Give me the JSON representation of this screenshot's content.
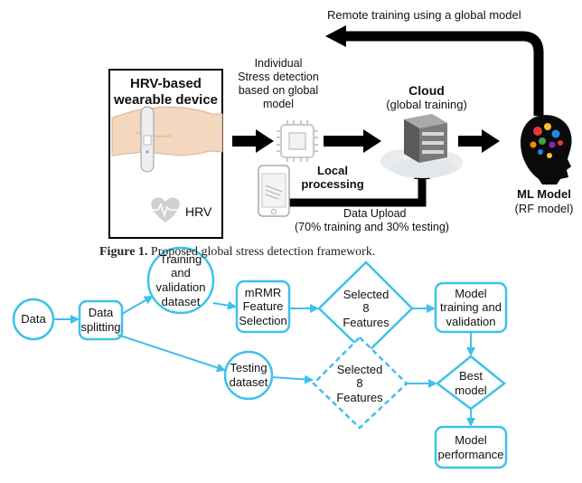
{
  "top_figure": {
    "remote_training": "Remote training using a global model",
    "wearable_title_1": "HRV-based",
    "wearable_title_2": "wearable device",
    "hrv_label": "HRV",
    "individual_1": "Individual",
    "individual_2": "Stress detection",
    "individual_3": "based on global",
    "individual_4": "model",
    "local_1": "Local",
    "local_2": "processing",
    "cloud_title": "Cloud",
    "cloud_sub": "(global training)",
    "ml_model": "ML Model",
    "rf_model": "(RF model)",
    "data_upload": "Data Upload",
    "split_note": "(70% training and 30% testing)",
    "colors": {
      "arrow": "#000000",
      "box_border": "#000000"
    }
  },
  "caption1": {
    "label": "Figure 1.",
    "text": "Proposed global stress detection framework."
  },
  "flowchart": {
    "data": "Data",
    "splitting_1": "Data",
    "splitting_2": "splitting",
    "trainval_1": "Training",
    "trainval_2": "and",
    "trainval_3": "validation",
    "trainval_4": "dataset",
    "mrmr_1": "mRMR",
    "mrmr_2": "Feature",
    "mrmr_3": "Selection",
    "selected_a_1": "Selected",
    "selected_a_2": "8",
    "selected_a_3": "Features",
    "modeltrain_1": "Model",
    "modeltrain_2": "training and",
    "modeltrain_3": "validation",
    "testing_1": "Testing",
    "testing_2": "dataset",
    "selected_b_1": "Selected",
    "selected_b_2": "8",
    "selected_b_3": "Features",
    "best_1": "Best",
    "best_2": "model",
    "perf_1": "Model",
    "perf_2": "performance",
    "colors": {
      "stroke": "#3ec1ea"
    }
  }
}
